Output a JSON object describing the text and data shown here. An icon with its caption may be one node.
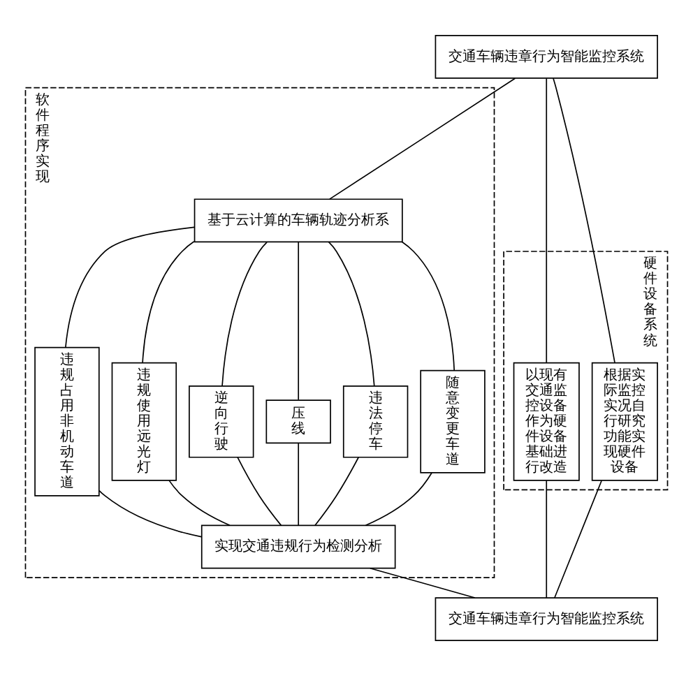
{
  "diagram": {
    "nodes": [
      {
        "text": [
          "交通车辆违章行为智能监控系统"
        ]
      },
      {
        "text": [
          "软件程序实现"
        ]
      },
      {
        "text": [
          "基于云计算的车辆轨迹分析系"
        ],
        "in": 1
      },
      {
        "text": [
          "违规占用非机动车道"
        ],
        "in": 1
      },
      {
        "text": [
          "违规使用远光灯"
        ],
        "in": 1
      },
      {
        "text": [
          "逆向行驶"
        ],
        "in": 1
      },
      {
        "text": [
          "压线"
        ],
        "in": 1
      },
      {
        "text": [
          "违法停车"
        ],
        "in": 1
      },
      {
        "text": [
          "随意变更车道"
        ],
        "in": 1
      },
      {
        "text": [
          "实现交通违规行为检测分析"
        ],
        "in": 1
      },
      {
        "text": [
          "硬件设备系统"
        ]
      },
      {
        "text": [
          "以现有交通监控设备作为硬件设备基础进行改造"
        ],
        "in": 10
      },
      {
        "text": [
          "根据实际监控实况自行研究功能实现硬件设备"
        ],
        "in": 10
      },
      {
        "text": [
          "交通车辆违章行为智能监控系统"
        ]
      }
    ],
    "edges": [
      {
        "from": 0,
        "to": 2,
        "arrow": "none"
      },
      {
        "from": 0,
        "to": 11,
        "arrow": "none"
      },
      {
        "from": 0,
        "to": 12,
        "arrow": "none"
      },
      {
        "from": 2,
        "to": 3,
        "arrow": "none"
      },
      {
        "from": 2,
        "to": 4,
        "arrow": "none"
      },
      {
        "from": 2,
        "to": 5,
        "arrow": "none"
      },
      {
        "from": 2,
        "to": 6,
        "arrow": "none"
      },
      {
        "from": 2,
        "to": 7,
        "arrow": "none"
      },
      {
        "from": 2,
        "to": 8,
        "arrow": "none"
      },
      {
        "from": 3,
        "to": 9,
        "arrow": "none"
      },
      {
        "from": 4,
        "to": 9,
        "arrow": "none"
      },
      {
        "from": 5,
        "to": 9,
        "arrow": "none"
      },
      {
        "from": 6,
        "to": 9,
        "arrow": "none"
      },
      {
        "from": 7,
        "to": 9,
        "arrow": "none"
      },
      {
        "from": 8,
        "to": 9,
        "arrow": "none"
      },
      {
        "from": 9,
        "to": 13,
        "arrow": "none"
      },
      {
        "from": 11,
        "to": 13,
        "arrow": "none"
      },
      {
        "from": 12,
        "to": 13,
        "arrow": "none"
      }
    ]
  }
}
